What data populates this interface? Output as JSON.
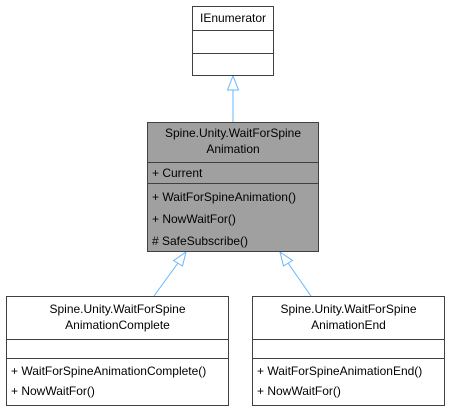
{
  "interface": {
    "name": "IEnumerator"
  },
  "main_class": {
    "name_line1": "Spine.Unity.WaitForSpine",
    "name_line2": "Animation",
    "attributes": [
      "+ Current"
    ],
    "operations": [
      "+ WaitForSpineAnimation()",
      "+ NowWaitFor()",
      "# SafeSubscribe()"
    ]
  },
  "subclass_complete": {
    "name_line1": "Spine.Unity.WaitForSpine",
    "name_line2": "AnimationComplete",
    "operations": [
      "+ WaitForSpineAnimationComplete()",
      "+ NowWaitFor()"
    ]
  },
  "subclass_end": {
    "name_line1": "Spine.Unity.WaitForSpine",
    "name_line2": "AnimationEnd",
    "operations": [
      "+ WaitForSpineAnimationEnd()",
      "+ NowWaitFor()"
    ]
  },
  "colors": {
    "highlight_fill": "#a0a0a0",
    "border": "#404040",
    "arrow": "#63b8ff"
  }
}
